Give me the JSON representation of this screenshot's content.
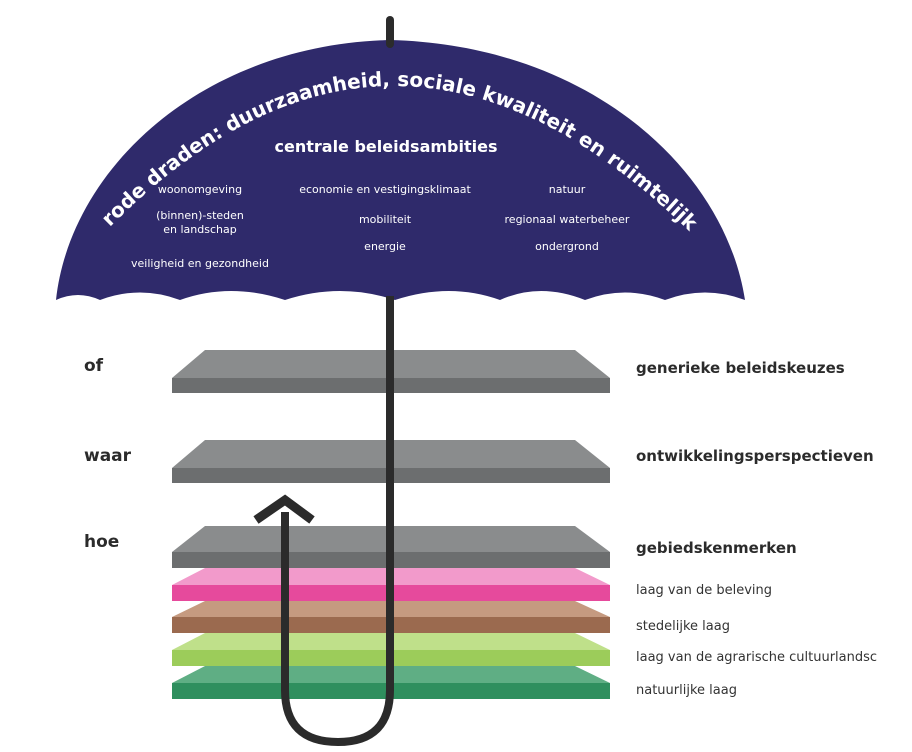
{
  "umbrella": {
    "arc_text": "rode draden: duurzaamheid, sociale kwaliteit en ruimtelijke kwaliteit",
    "center_title": "centrale beleidsambities",
    "ambitions": {
      "col1": [
        "woonomgeving",
        "(binnen)-steden",
        "en landschap",
        "veiligheid en gezondheid"
      ],
      "col2": [
        "economie en vestigingsklimaat",
        "mobiliteit",
        "energie"
      ],
      "col3": [
        "natuur",
        "regionaal waterbeheer",
        "ondergrond"
      ]
    },
    "color": "#2f2a6b"
  },
  "levels": [
    {
      "question": "of",
      "label": "generieke beleidskeuzes"
    },
    {
      "question": "waar",
      "label": "ontwikkelingsperspectieven"
    },
    {
      "question": "hoe",
      "label": "gebiedskenmerken"
    }
  ],
  "layers": [
    {
      "label": "laag van de beleving",
      "color": "#e64a9c"
    },
    {
      "label": "stedelijke laag",
      "color": "#9b6a4f"
    },
    {
      "label": "laag van de agrarische cultuurlandschap",
      "color": "#9ccc5a"
    },
    {
      "label": "natuurlijke laag",
      "color": "#2f8f5e"
    }
  ],
  "plane_color": "#7d7f80"
}
